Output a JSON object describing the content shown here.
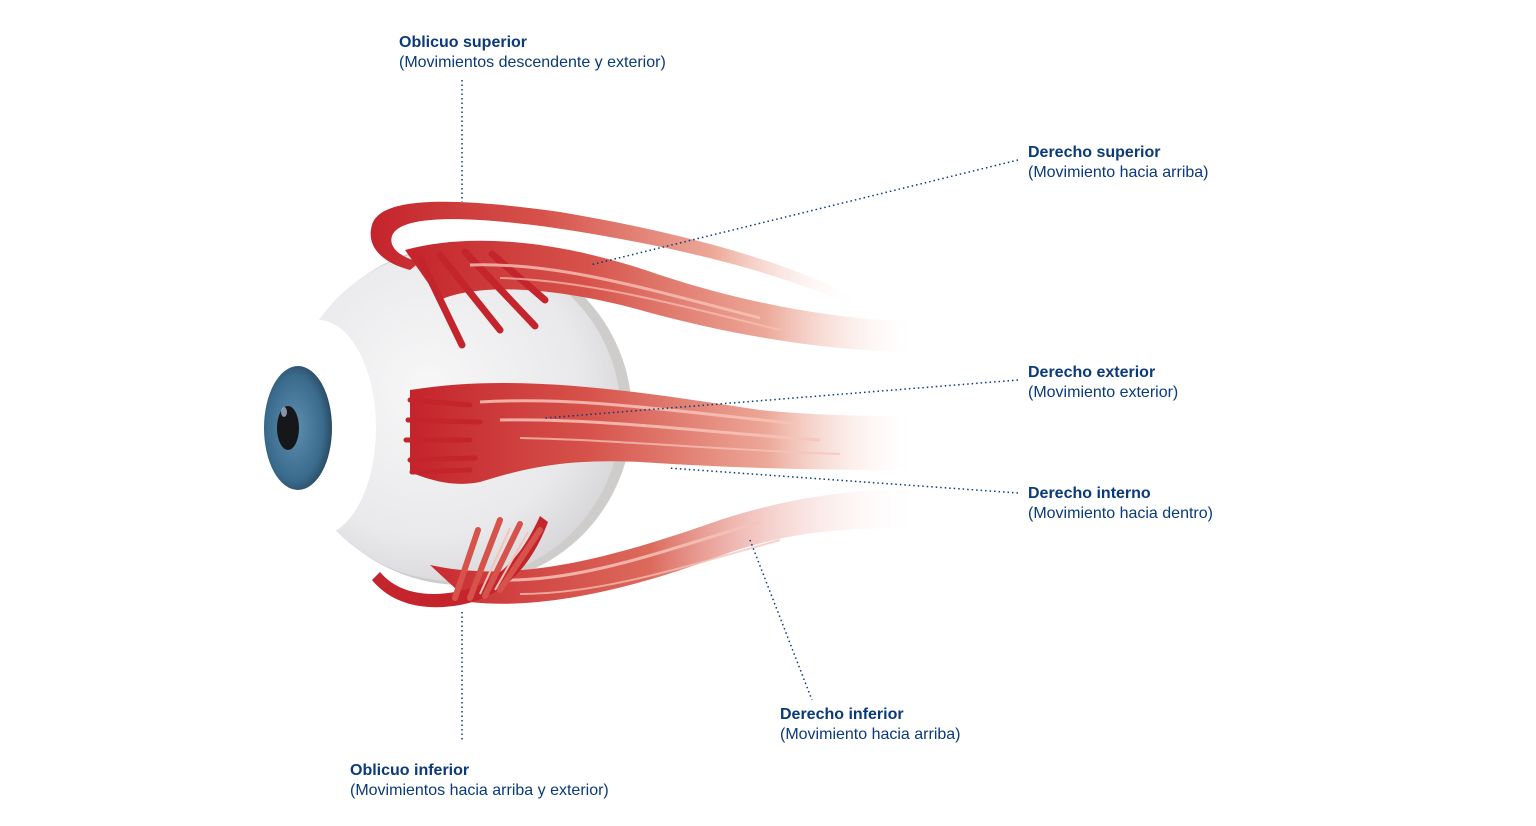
{
  "colors": {
    "label_text": "#0a3a7a",
    "muscle_dark": "#c4242c",
    "muscle_mid": "#dc6a5c",
    "muscle_light": "#f6c3b8",
    "sclera": "#e6e6e8",
    "iris": "#3f6f90",
    "pupil": "#15171a",
    "leader_line": "#0a3a7a"
  },
  "labels": {
    "oblicuo_superior": {
      "name": "Oblicuo superior",
      "desc": "(Movimientos descendente y exterior)"
    },
    "derecho_superior": {
      "name": "Derecho superior",
      "desc": "(Movimiento hacia arriba)"
    },
    "derecho_exterior": {
      "name": "Derecho exterior",
      "desc": "(Movimiento exterior)"
    },
    "derecho_interno": {
      "name": "Derecho interno",
      "desc": "(Movimiento hacia dentro)"
    },
    "derecho_inferior": {
      "name": "Derecho inferior",
      "desc": "(Movimiento hacia arriba)"
    },
    "oblicuo_inferior": {
      "name": "Oblicuo inferior",
      "desc": "(Movimientos hacia arriba y exterior)"
    }
  }
}
